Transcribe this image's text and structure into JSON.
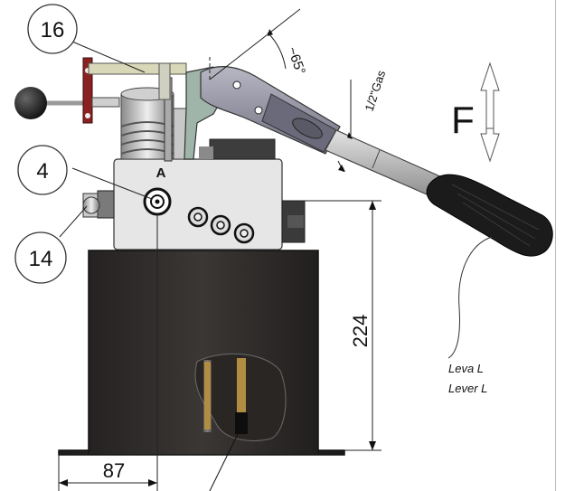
{
  "labels": {
    "balloon_16": "16",
    "balloon_4": "4",
    "balloon_14": "14",
    "port_a": "A",
    "angle": "~65°",
    "thread": "1/2\"Gas",
    "force": "F",
    "dim_height": "224",
    "dim_width": "87",
    "lever_it": "Leva L",
    "lever_en": "Lever L"
  },
  "colors": {
    "line": "#1a1a1a",
    "tank": "#2b2826",
    "block": "#e6e6e6",
    "handle": "#1b1b1b",
    "tube": "#b9b9b9",
    "lever_grey": "#8e8e9a",
    "link_green": "#9fb5a9",
    "red_clamp": "#8a2222",
    "gauge_tube": "#b08d43"
  }
}
